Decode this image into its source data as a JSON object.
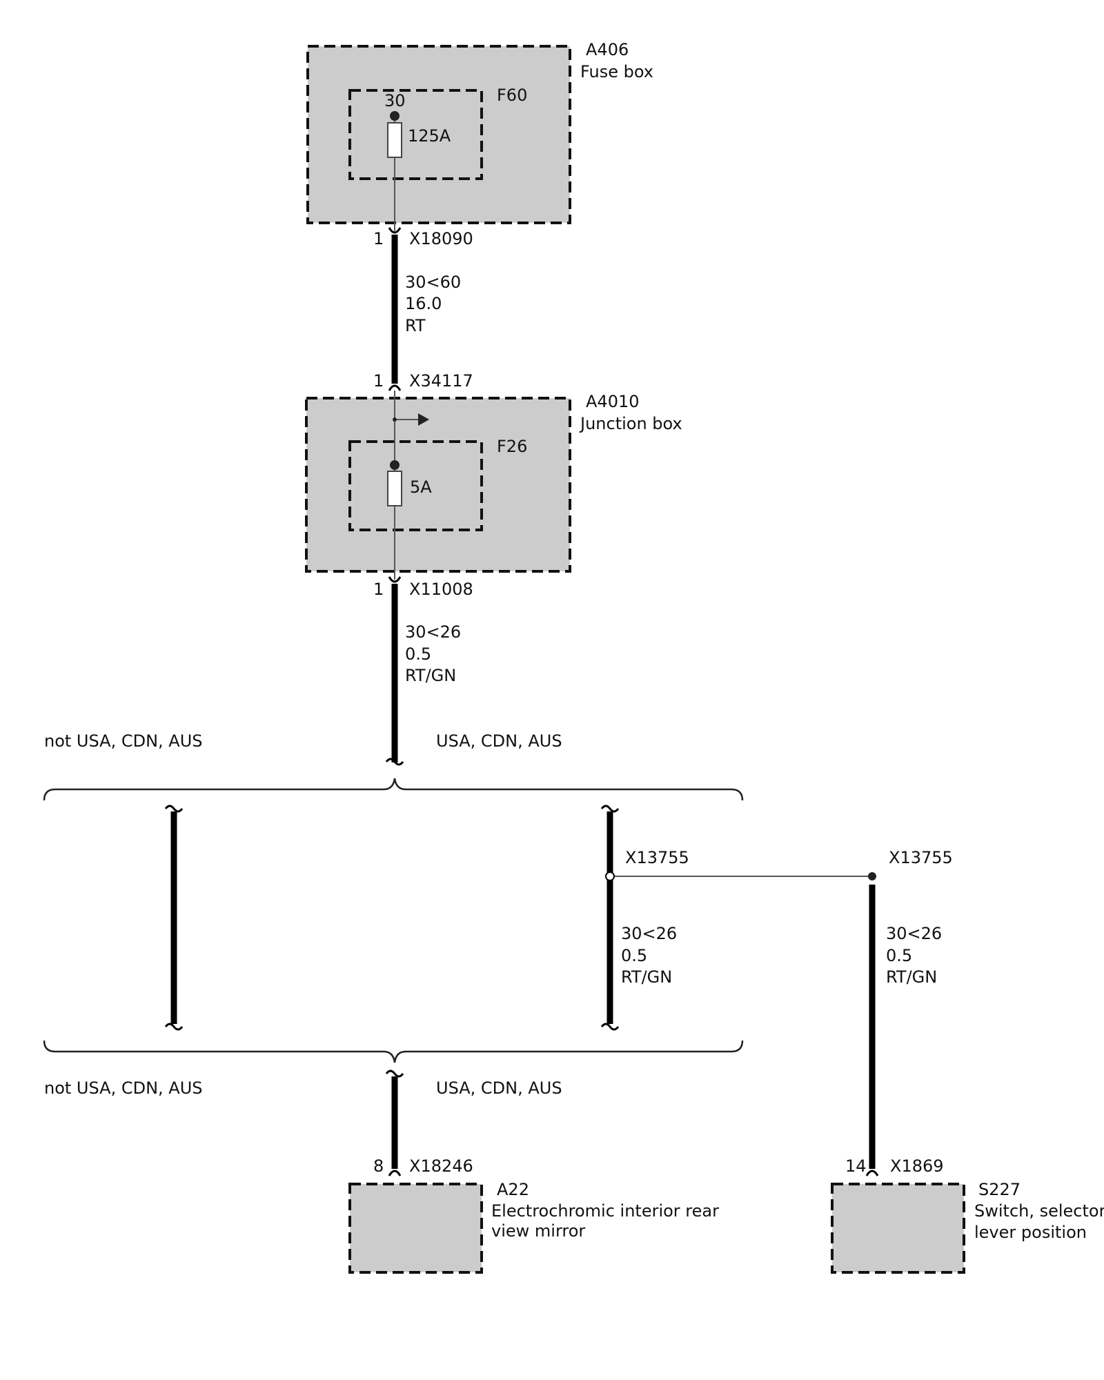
{
  "components": {
    "a406": {
      "id": "A406",
      "name": "Fuse box"
    },
    "f60": {
      "id": "F60",
      "pin": "30",
      "rating": "125A"
    },
    "a4010": {
      "id": "A4010",
      "name": "Junction box"
    },
    "f26": {
      "id": "F26",
      "rating": "5A"
    },
    "a22": {
      "id": "A22",
      "name_line1": "Electrochromic interior rear",
      "name_line2": "view mirror"
    },
    "s227": {
      "id": "S227",
      "name_line1": "Switch, selector",
      "name_line2": "lever position"
    }
  },
  "connectors": {
    "x18090": {
      "id": "X18090",
      "pin": "1"
    },
    "x34117": {
      "id": "X34117",
      "pin": "1"
    },
    "x11008": {
      "id": "X11008",
      "pin": "1"
    },
    "x13755_left": {
      "id": "X13755"
    },
    "x13755_right": {
      "id": "X13755"
    },
    "x18246": {
      "id": "X18246",
      "pin": "8"
    },
    "x1869": {
      "id": "X1869",
      "pin": "14"
    }
  },
  "wires": {
    "w1": {
      "circuit": "30<60",
      "size": "16.0",
      "color": "RT"
    },
    "w2": {
      "circuit": "30<26",
      "size": "0.5",
      "color": "RT/GN"
    },
    "w3": {
      "circuit": "30<26",
      "size": "0.5",
      "color": "RT/GN"
    },
    "w4": {
      "circuit": "30<26",
      "size": "0.5",
      "color": "RT/GN"
    }
  },
  "variants": {
    "top_left": "not USA, CDN, AUS",
    "top_right": "USA, CDN, AUS",
    "bottom_left": "not USA, CDN, AUS",
    "bottom_right": "USA, CDN, AUS"
  }
}
